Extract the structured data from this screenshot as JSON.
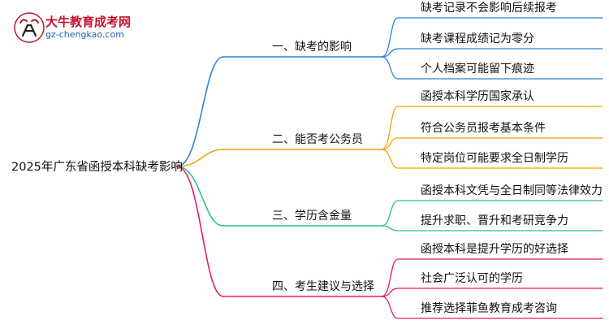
{
  "logo": {
    "title": "大牛教育成考网",
    "url": "gz-chengkao.com",
    "icon": "bull-logo-icon",
    "colors": {
      "title": "#c8102e",
      "url": "#1f5fa8",
      "mark": "#b01b2e"
    }
  },
  "root": {
    "label": "2025年广东省函授本科缺考影响"
  },
  "branches": [
    {
      "label": "一、缺考的影响",
      "color": "#2f80d8",
      "children": [
        "缺考记录不会影响后续报考",
        "缺考课程成绩记为零分",
        "个人档案可能留下痕迹"
      ]
    },
    {
      "label": "二、能否考公务员",
      "color": "#f0a400",
      "children": [
        "函授本科学历国家承认",
        "符合公务员报考基本条件",
        "特定岗位可能要求全日制学历"
      ]
    },
    {
      "label": "三、学历含金量",
      "color": "#28c47a",
      "children": [
        "函授本科文凭与全日制同等法律效力",
        "提升求职、晋升和考研竞争力"
      ]
    },
    {
      "label": "四、考生建议与选择",
      "color": "#e8196b",
      "children": [
        "函授本科是提升学历的好选择",
        "社会广泛认可的学历",
        "推荐选择菲鱼教育成考咨询"
      ]
    }
  ]
}
